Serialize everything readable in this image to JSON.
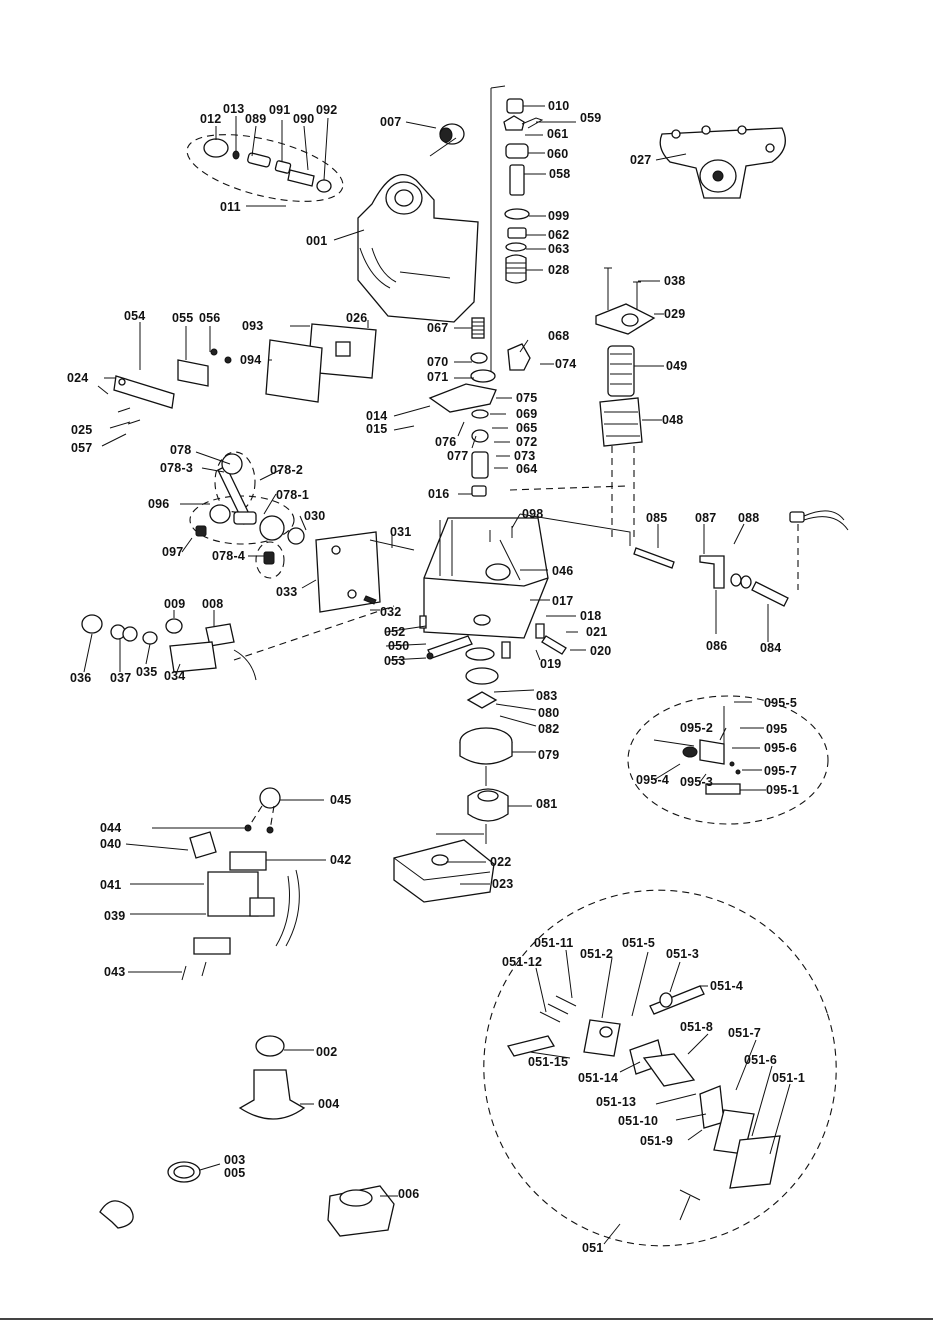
{
  "labels": {
    "l010": "010",
    "l059": "059",
    "l061": "061",
    "l060": "060",
    "l058": "058",
    "l099": "099",
    "l062": "062",
    "l063": "063",
    "l028": "028",
    "l007": "007",
    "l012": "012",
    "l013": "013",
    "l089": "089",
    "l091": "091",
    "l090": "090",
    "l092": "092",
    "l011": "011",
    "l001": "001",
    "l027": "027",
    "l038": "038",
    "l029": "029",
    "l049": "049",
    "l048": "048",
    "l054": "054",
    "l055": "055",
    "l056": "056",
    "l024": "024",
    "l025": "025",
    "l057": "057",
    "l093": "093",
    "l026": "026",
    "l094": "094",
    "l067": "067",
    "l068": "068",
    "l074": "074",
    "l070": "070",
    "l071": "071",
    "l075": "075",
    "l069": "069",
    "l014": "014",
    "l015": "015",
    "l065": "065",
    "l072": "072",
    "l076": "076",
    "l077": "077",
    "l073": "073",
    "l064": "064",
    "l078": "078",
    "l078_3": "078-3",
    "l078_2": "078-2",
    "l078_1": "078-1",
    "l096": "096",
    "l097": "097",
    "l078_4": "078-4",
    "l030": "030",
    "l016": "016",
    "l098": "098",
    "l085": "085",
    "l087": "087",
    "l088": "088",
    "l031": "031",
    "l033": "033",
    "l046": "046",
    "l017": "017",
    "l086": "086",
    "l084": "084",
    "l032": "032",
    "l009": "009",
    "l008": "008",
    "l018": "018",
    "l021": "021",
    "l020": "020",
    "l052": "052",
    "l050": "050",
    "l053": "053",
    "l019": "019",
    "l036": "036",
    "l037": "037",
    "l035": "035",
    "l034": "034",
    "l083": "083",
    "l080": "080",
    "l082": "082",
    "l079": "079",
    "l081": "081",
    "l095_5": "095-5",
    "l095_2": "095-2",
    "l095": "095",
    "l095_6": "095-6",
    "l095_7": "095-7",
    "l095_4": "095-4",
    "l095_3": "095-3",
    "l095_1": "095-1",
    "l045": "045",
    "l044": "044",
    "l040": "040",
    "l042": "042",
    "l041": "041",
    "l039": "039",
    "l043": "043",
    "l022": "022",
    "l023": "023",
    "l002": "002",
    "l004": "004",
    "l003": "003",
    "l005": "005",
    "l006": "006",
    "l051_11": "051-11",
    "l051_5": "051-5",
    "l051_12": "051-12",
    "l051_2": "051-2",
    "l051_3": "051-3",
    "l051_4": "051-4",
    "l051_8": "051-8",
    "l051_7": "051-7",
    "l051_6": "051-6",
    "l051_15": "051-15",
    "l051_14": "051-14",
    "l051_1": "051-1",
    "l051_13": "051-13",
    "l051_10": "051-10",
    "l051_9": "051-9",
    "l051": "051"
  }
}
